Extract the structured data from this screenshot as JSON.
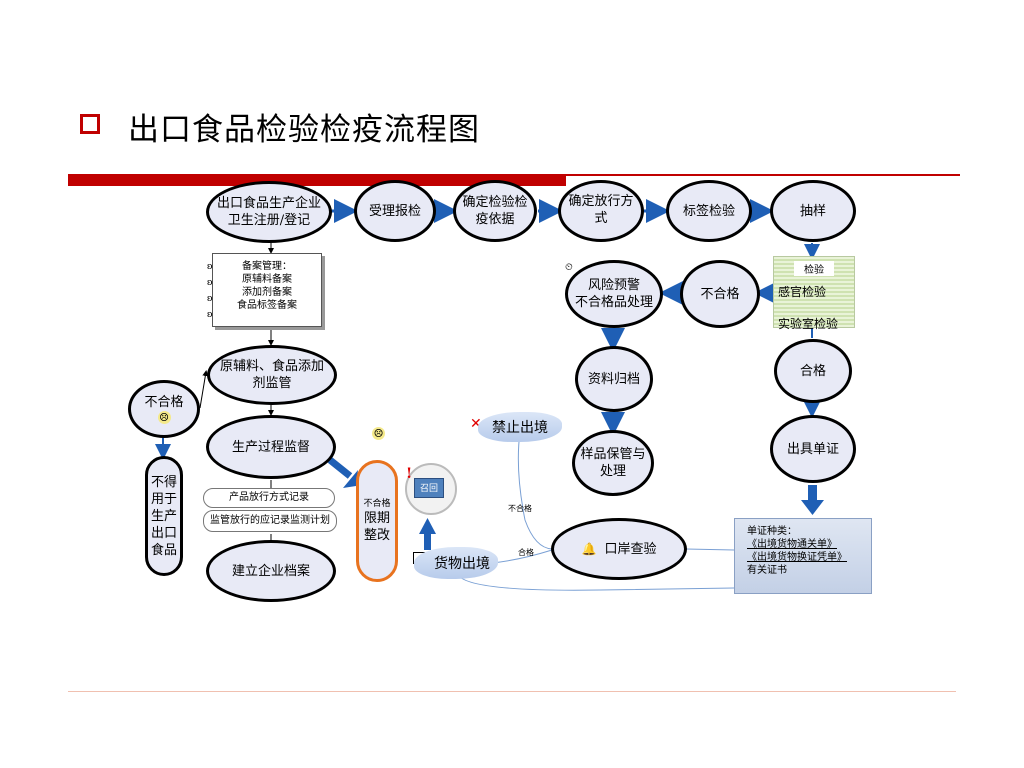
{
  "title": "出口食品检验检疫流程图",
  "nodes": {
    "registration": [
      "出口食品生产企业",
      "卫生注册/登记"
    ],
    "accept": "受理报检",
    "basis": [
      "确定检验检",
      "疫依据"
    ],
    "release_mode": [
      "确定放行方",
      "式"
    ],
    "label_check": "标签检验",
    "sampling": "抽样",
    "risk": [
      "风险预警",
      "不合格品处理"
    ],
    "unqualified_right": "不合格",
    "inspection_box": {
      "title": "检验",
      "items": [
        "感官检验",
        "实验室检验"
      ]
    },
    "qualified": "合格",
    "archive": "资料归档",
    "certificate": "出具单证",
    "sample_keep": [
      "样品保管与",
      "处理"
    ],
    "port_check": "口岸查验",
    "raw_supervise": [
      "原辅料、食品添加",
      "剂监管"
    ],
    "unqualified_left": "不合格",
    "production_supervise": "生产过程监督",
    "forbid_use": [
      "不得",
      "用于",
      "生产",
      "出口",
      "食品"
    ],
    "enterprise_file": "建立企业档案",
    "rectify": {
      "small": "不合格",
      "main": [
        "限期",
        "整改"
      ]
    },
    "recall": "召回",
    "forbid_export": "禁止出境",
    "ship_out": "货物出境"
  },
  "filing_note": [
    "备案管理：",
    "原辅料备案",
    "添加剂备案",
    "食品标签备案"
  ],
  "release_pill": "产品放行方式记录",
  "monitor_pill": "监管放行的应记录监测计划",
  "doc_box": {
    "heading": "单证种类：",
    "items": [
      "《出境货物通关单》",
      "《出境货物换证凭单》",
      "有关证书"
    ]
  },
  "edge_labels": {
    "unqualified": "不合格",
    "qualified": "合格"
  },
  "colors": {
    "accent": "#c00000",
    "node_fill": "#e8eaf6",
    "arrow": "#1f5fb5",
    "rectify_border": "#e8731f"
  }
}
